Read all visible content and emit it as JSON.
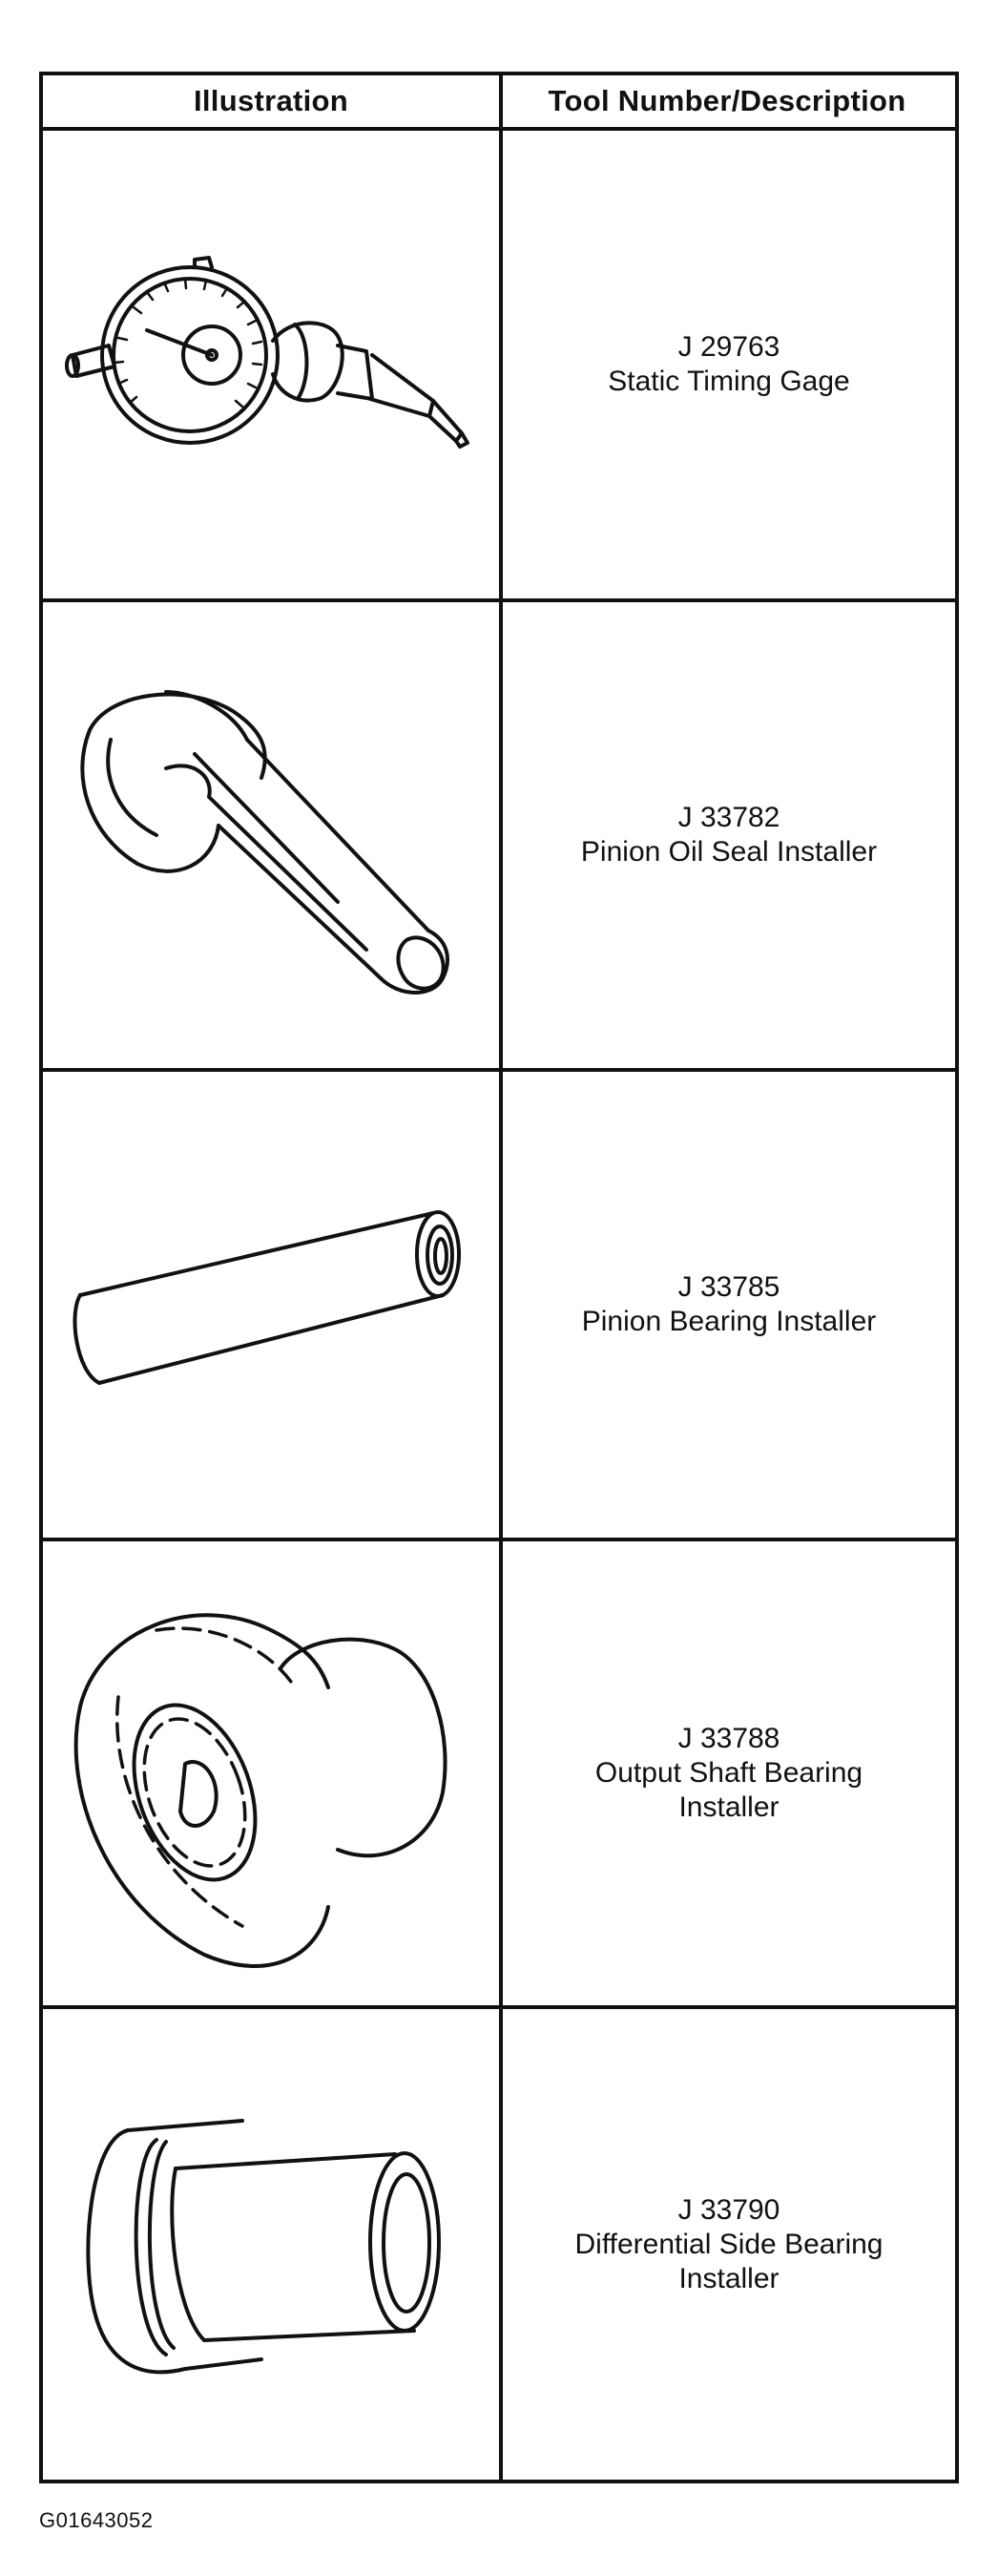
{
  "table": {
    "headers": [
      "Illustration",
      "Tool Number/Description"
    ],
    "rows": [
      {
        "number": "J 29763",
        "description": "Static Timing Gage",
        "icon": "static-timing-gage-icon"
      },
      {
        "number": "J 33782",
        "description": "Pinion Oil Seal Installer",
        "icon": "pinion-oil-seal-installer-icon"
      },
      {
        "number": "J 33785",
        "description": "Pinion Bearing Installer",
        "icon": "pinion-bearing-installer-icon"
      },
      {
        "number": "J 33788",
        "description": "Output Shaft Bearing Installer",
        "icon": "output-shaft-bearing-installer-icon"
      },
      {
        "number": "J 33790",
        "description": "Differential Side Bearing Installer",
        "icon": "differential-side-bearing-installer-icon"
      }
    ]
  },
  "figure_id": "G01643052"
}
